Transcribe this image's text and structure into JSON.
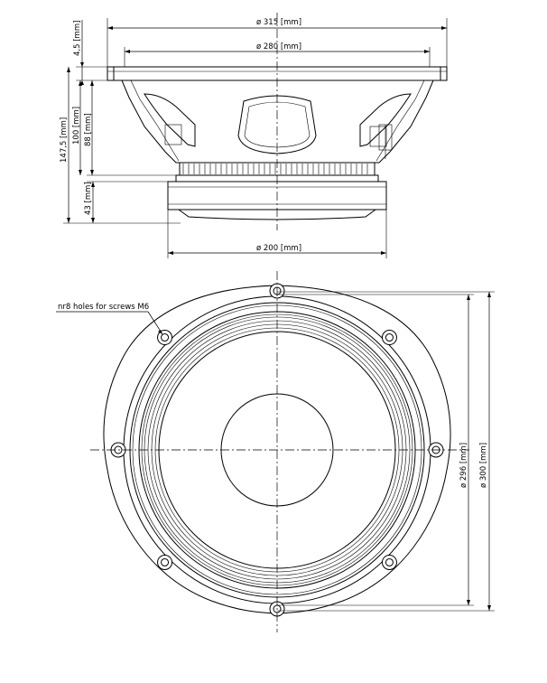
{
  "dimensions": {
    "overall_diameter": "ø 315 [mm]",
    "flange_diameter": "ø 280 [mm]",
    "magnet_diameter": "ø 200 [mm]",
    "flange_height": "4,5 [mm]",
    "total_depth": "147,5 [mm]",
    "depth_100": "100 [mm]",
    "depth_88": "88 [mm]",
    "magnet_height": "43 [mm]",
    "bolt_circle": "ø 296 [mm]",
    "cutout_diameter": "ø 300 [mm]"
  },
  "annotations": {
    "holes_note": "nr8 holes for screws M6"
  }
}
